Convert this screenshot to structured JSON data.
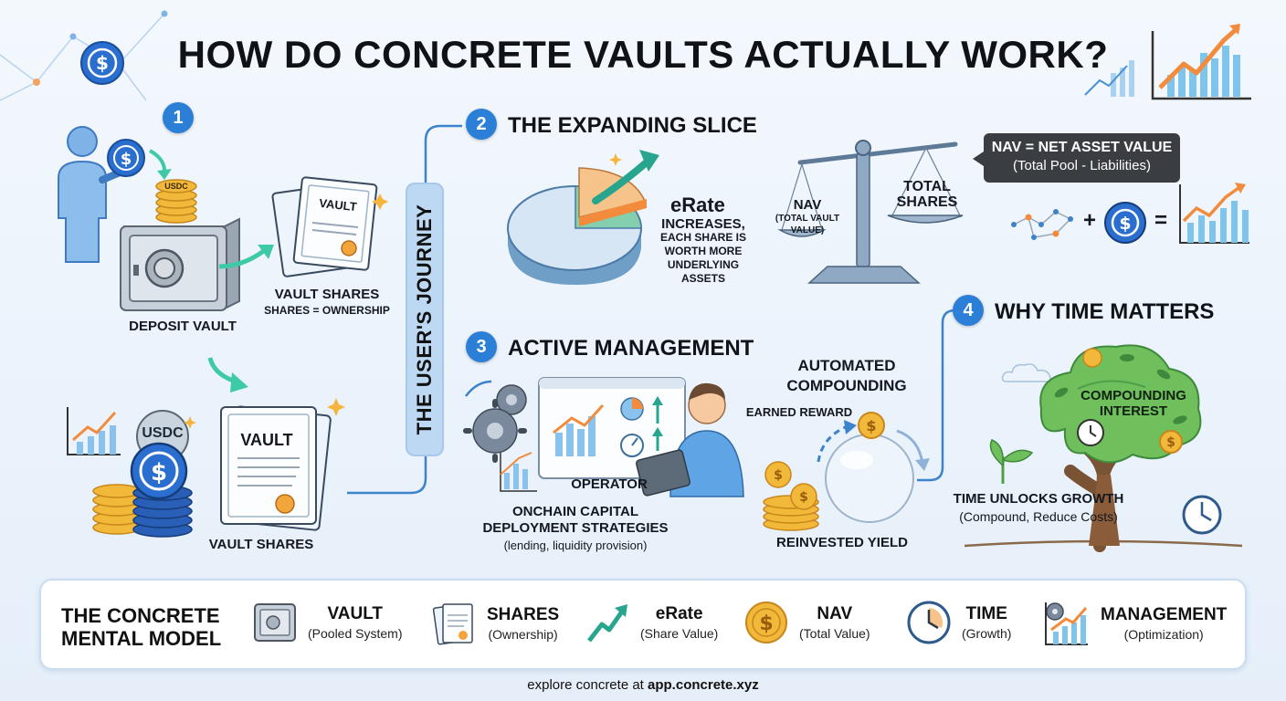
{
  "title": "HOW DO CONCRETE VAULTS ACTUALLY WORK?",
  "step1": {
    "badge": "1",
    "coin_label": "USDC",
    "deposit_caption": "DEPOSIT VAULT",
    "shares_caption": "VAULT SHARES",
    "shares_sub": "SHARES = OWNERSHIP",
    "doc_label": "VAULT",
    "stack_label": "USDC",
    "doc_label2": "VAULT",
    "bottom_caption": "VAULT SHARES"
  },
  "journey_label": "THE USER'S JOURNEY",
  "step2": {
    "badge": "2",
    "heading": "THE EXPANDING SLICE",
    "erate_title": "eRate",
    "erate_desc": [
      "INCREASES,",
      "EACH SHARE IS",
      "WORTH MORE",
      "UNDERLYING",
      "ASSETS"
    ],
    "scale_left": [
      "NAV",
      "(TOTAL VAULT",
      "VALUE)"
    ],
    "scale_right": [
      "TOTAL",
      "SHARES"
    ]
  },
  "nav_tooltip": {
    "line1": "NAV = NET ASSET VALUE",
    "line2": "(Total Pool - Liabilities)"
  },
  "equation": {
    "plus": "+",
    "equals": "="
  },
  "step3": {
    "badge": "3",
    "heading": "ACTIVE MANAGEMENT",
    "operator": "OPERATOR",
    "strategy_line1": "ONCHAIN CAPITAL",
    "strategy_line2": "DEPLOYMENT STRATEGIES",
    "strategy_sub": "(lending, liquidity provision)",
    "compounding_line1": "AUTOMATED",
    "compounding_line2": "COMPOUNDING",
    "earned": "EARNED REWARD",
    "reinvested": "REINVESTED YIELD"
  },
  "step4": {
    "badge": "4",
    "heading": "WHY TIME MATTERS",
    "tree_line1": "COMPOUNDING",
    "tree_line2": "INTEREST",
    "unlock": "TIME UNLOCKS GROWTH",
    "unlock_sub": "(Compound, Reduce Costs)"
  },
  "legend": {
    "title_line1": "THE CONCRETE",
    "title_line2": "MENTAL MODEL",
    "items": [
      {
        "main": "VAULT",
        "sub": "(Pooled System)",
        "icon": "safe-icon"
      },
      {
        "main": "SHARES",
        "sub": "(Ownership)",
        "icon": "certificate-icon"
      },
      {
        "main": "eRate",
        "sub": "(Share Value)",
        "icon": "trend-arrow-icon"
      },
      {
        "main": "NAV",
        "sub": "(Total Value)",
        "icon": "dollar-coin-icon"
      },
      {
        "main": "TIME",
        "sub": "(Growth)",
        "icon": "clock-icon"
      },
      {
        "main": "MANAGEMENT",
        "sub": "(Optimization)",
        "icon": "gear-chart-icon"
      }
    ]
  },
  "footer": {
    "prefix": "explore concrete at ",
    "link": "app.concrete.xyz"
  },
  "colors": {
    "accent_blue": "#2c7fd6",
    "orange": "#f28b3c",
    "gold": "#f2b83a",
    "teal": "#3ec9a7",
    "dark": "#14181f"
  }
}
